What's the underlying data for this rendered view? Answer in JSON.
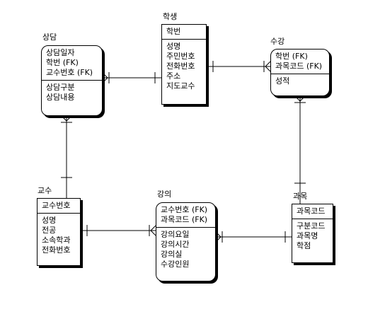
{
  "entities": {
    "counsel": {
      "name": "상담",
      "keys": [
        "상담일자",
        "학번 (FK)",
        "교수번호 (FK)"
      ],
      "attrs": [
        "상담구분",
        "상담내용"
      ]
    },
    "student": {
      "name": "학생",
      "keys": [
        "학번"
      ],
      "attrs": [
        "성명",
        "주민번호",
        "전화번호",
        "주소",
        "지도교수"
      ]
    },
    "enroll": {
      "name": "수강",
      "keys": [
        "학번 (FK)",
        "과목코드 (FK)"
      ],
      "attrs": [
        "성적"
      ]
    },
    "professor": {
      "name": "교수",
      "keys": [
        "교수번호"
      ],
      "attrs": [
        "성명",
        "전공",
        "소속학과",
        "전화번호"
      ]
    },
    "lecture": {
      "name": "강의",
      "keys": [
        "교수번호 (FK)",
        "과목코드 (FK)"
      ],
      "attrs": [
        "강의요일",
        "강의시간",
        "강의실",
        "수강인원"
      ]
    },
    "subject": {
      "name": "과목",
      "keys": [
        "과목코드"
      ],
      "attrs": [
        "구분코드",
        "과목명",
        "학점"
      ]
    }
  }
}
